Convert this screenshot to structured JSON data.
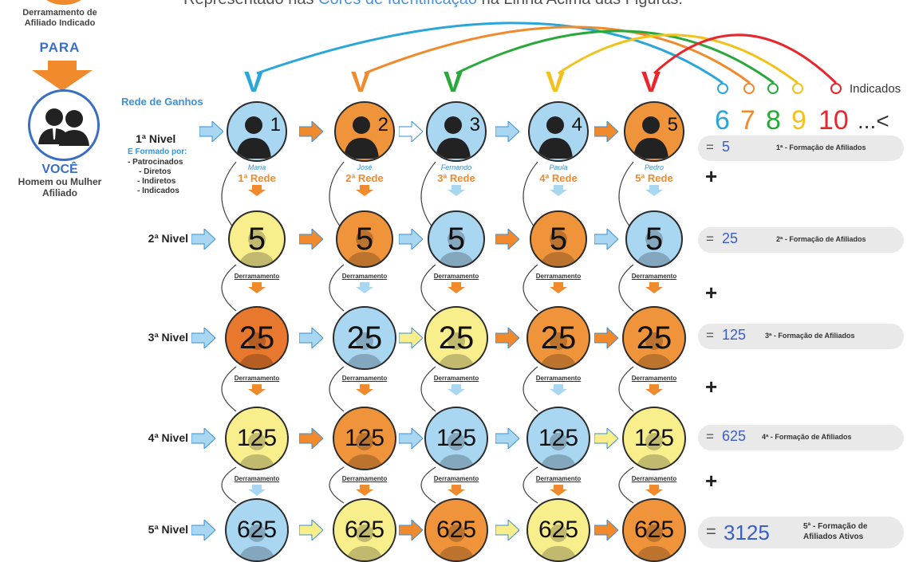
{
  "header": {
    "prefix": "Representado nas ",
    "highlight": "Cores de Identificação",
    "suffix": " na Linha Acima das Figuras."
  },
  "left_panel": {
    "derramamento_line1": "Derramamento de",
    "derramamento_line2": "Afiliado Indicado",
    "para": "PARA",
    "voce": "VOCÊ",
    "homem_mulher": "Homem ou Mulher",
    "afiliado": "Afiliado"
  },
  "rede_de_ganhos": "Rede de Ganhos",
  "first_level": {
    "label": "1ª Nivel",
    "formado_por": "E Formado por:",
    "items": [
      "- Patrocinados",
      "- Diretos",
      "- Indiretos",
      "- Indicados"
    ]
  },
  "persons": [
    {
      "num": "1",
      "name": "Maria",
      "rede": "1ª Rede",
      "color": "#a9d7f2"
    },
    {
      "num": "2",
      "name": "José",
      "rede": "2ª Rede",
      "color": "#f0943c"
    },
    {
      "num": "3",
      "name": "Fernando",
      "rede": "3ª Rede",
      "color": "#a9d7f2"
    },
    {
      "num": "4",
      "name": "Paula",
      "rede": "4ª Rede",
      "color": "#a9d7f2"
    },
    {
      "num": "5",
      "name": "Pedro",
      "rede": "5ª Rede",
      "color": "#f0943c"
    }
  ],
  "levels": [
    {
      "label": "2ª Nivel",
      "value": "5",
      "colors": [
        "yellow",
        "orange",
        "blue",
        "orange",
        "blue"
      ]
    },
    {
      "label": "3ª Nivel",
      "value": "25",
      "colors": [
        "dorange",
        "blue",
        "yellow",
        "orange",
        "orange"
      ]
    },
    {
      "label": "4ª Nivel",
      "value": "125",
      "colors": [
        "yellow",
        "orange",
        "blue",
        "blue",
        "yellow"
      ]
    },
    {
      "label": "5ª Nivel",
      "value": "625",
      "colors": [
        "blue",
        "yellow",
        "orange",
        "yellow",
        "orange"
      ]
    }
  ],
  "derramamento_label": "Derramamento",
  "totals": [
    {
      "value": "5",
      "text": "1ª - Formação de Afiliados"
    },
    {
      "value": "25",
      "text": "2ª - Formação de Afiliados"
    },
    {
      "value": "125",
      "text": "3ª - Formação de Afiliados"
    },
    {
      "value": "625",
      "text": "4ª - Formação de Afiliados"
    },
    {
      "value": "3125",
      "text_line1": "5ª - Formação de",
      "text_line2": "Afiliados Ativos"
    }
  ],
  "equals_sign": "=",
  "plus_sign": "+",
  "indicados": {
    "label": "Indicados",
    "numbers": [
      {
        "n": "6",
        "color": "#2aa6d8"
      },
      {
        "n": "7",
        "color": "#f08a2c"
      },
      {
        "n": "8",
        "color": "#2aa83c"
      },
      {
        "n": "9",
        "color": "#f2c21c"
      },
      {
        "n": "10",
        "color": "#e8262c"
      }
    ],
    "suffix": "...<"
  },
  "v_colors": [
    "#2aa6d8",
    "#f08a2c",
    "#2aa83c",
    "#f2c21c",
    "#e8262c"
  ],
  "v_glyph": "V"
}
